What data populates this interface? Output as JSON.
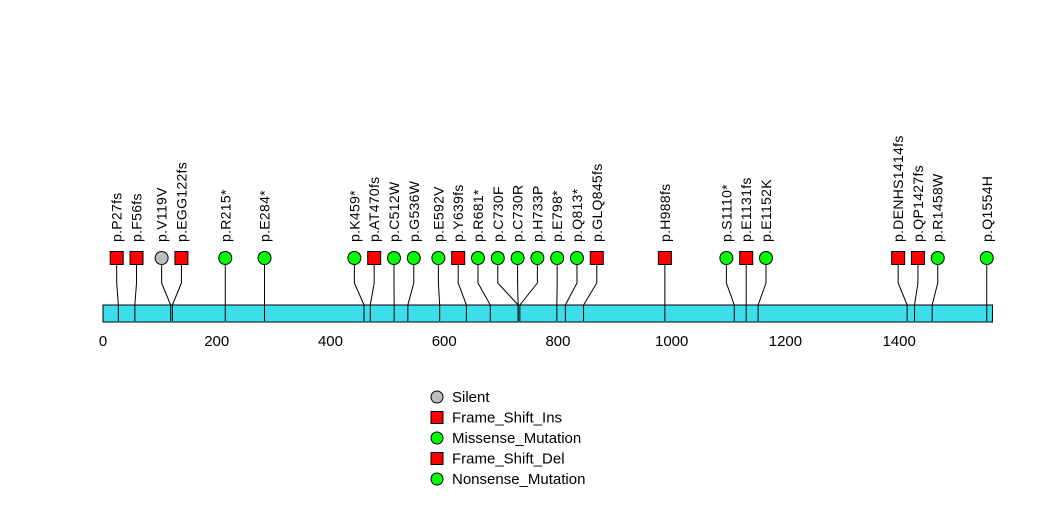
{
  "chart_data": {
    "type": "lollipop",
    "title": "",
    "xlabel": "",
    "ylabel": "",
    "xlim": [
      0,
      1564
    ],
    "xticks": [
      0,
      200,
      400,
      600,
      800,
      1000,
      1200,
      1400
    ],
    "backbone_color": "#3CDEEC",
    "marker_outline_color": "#000000",
    "mutations": [
      {
        "label": "p.P27fs",
        "position": 27,
        "shape": "square",
        "color": "#FF0000"
      },
      {
        "label": "p.F56fs",
        "position": 56,
        "shape": "square",
        "color": "#FF0000"
      },
      {
        "label": "p.V119V",
        "position": 119,
        "shape": "circle",
        "color": "#BEBEBE"
      },
      {
        "label": "p.EGG122fs",
        "position": 122,
        "shape": "square",
        "color": "#FF0000"
      },
      {
        "label": "p.R215*",
        "position": 215,
        "shape": "circle",
        "color": "#00FF00"
      },
      {
        "label": "p.E284*",
        "position": 284,
        "shape": "circle",
        "color": "#00FF00"
      },
      {
        "label": "p.K459*",
        "position": 459,
        "shape": "circle",
        "color": "#00FF00"
      },
      {
        "label": "p.AT470fs",
        "position": 470,
        "shape": "square",
        "color": "#FF0000"
      },
      {
        "label": "p.C512W",
        "position": 512,
        "shape": "circle",
        "color": "#00FF00"
      },
      {
        "label": "p.G536W",
        "position": 536,
        "shape": "circle",
        "color": "#00FF00"
      },
      {
        "label": "p.E592V",
        "position": 592,
        "shape": "circle",
        "color": "#00FF00"
      },
      {
        "label": "p.Y639fs",
        "position": 639,
        "shape": "square",
        "color": "#FF0000"
      },
      {
        "label": "p.R681*",
        "position": 681,
        "shape": "circle",
        "color": "#00FF00"
      },
      {
        "label": "p.C730F",
        "position": 730,
        "shape": "circle",
        "color": "#00FF00"
      },
      {
        "label": "p.C730R",
        "position": 730,
        "shape": "circle",
        "color": "#00FF00"
      },
      {
        "label": "p.H733P",
        "position": 733,
        "shape": "circle",
        "color": "#00FF00"
      },
      {
        "label": "p.E798*",
        "position": 798,
        "shape": "circle",
        "color": "#00FF00"
      },
      {
        "label": "p.Q813*",
        "position": 813,
        "shape": "circle",
        "color": "#00FF00"
      },
      {
        "label": "p.GLQ845fs",
        "position": 845,
        "shape": "square",
        "color": "#FF0000"
      },
      {
        "label": "p.H988fs",
        "position": 988,
        "shape": "square",
        "color": "#FF0000"
      },
      {
        "label": "p.S1110*",
        "position": 1110,
        "shape": "circle",
        "color": "#00FF00"
      },
      {
        "label": "p.E1131fs",
        "position": 1131,
        "shape": "square",
        "color": "#FF0000"
      },
      {
        "label": "p.E1152K",
        "position": 1152,
        "shape": "circle",
        "color": "#00FF00"
      },
      {
        "label": "p.DENHS1414fs",
        "position": 1414,
        "shape": "square",
        "color": "#FF0000"
      },
      {
        "label": "p.QP1427fs",
        "position": 1427,
        "shape": "square",
        "color": "#FF0000"
      },
      {
        "label": "p.R1458W",
        "position": 1458,
        "shape": "circle",
        "color": "#00FF00"
      },
      {
        "label": "p.Q1554H",
        "position": 1554,
        "shape": "circle",
        "color": "#00FF00"
      }
    ],
    "legend": [
      {
        "label": "Silent",
        "shape": "circle",
        "color": "#BEBEBE"
      },
      {
        "label": "Frame_Shift_Ins",
        "shape": "square",
        "color": "#FF0000"
      },
      {
        "label": "Missense_Mutation",
        "shape": "circle",
        "color": "#00FF00"
      },
      {
        "label": "Frame_Shift_Del",
        "shape": "square",
        "color": "#FF0000"
      },
      {
        "label": "Nonsense_Mutation",
        "shape": "circle",
        "color": "#00FF00"
      }
    ]
  }
}
